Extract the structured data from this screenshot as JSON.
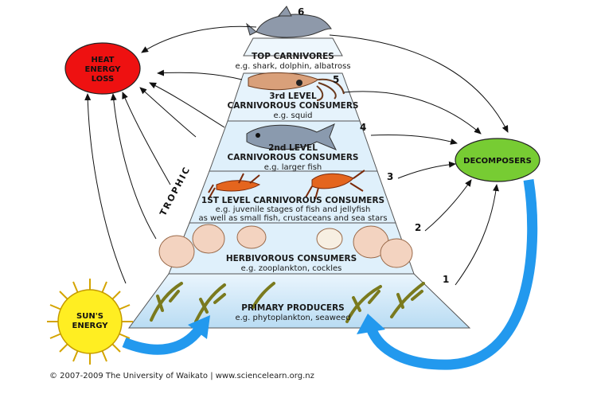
{
  "levels": [
    {
      "number": "6",
      "title": "TOP CARNIVORES",
      "title2": "",
      "example": "e.g. shark, dolphin, albatross"
    },
    {
      "number": "5",
      "title": "3rd LEVEL",
      "title2": "CARNIVOROUS CONSUMERS",
      "example": "e.g. squid"
    },
    {
      "number": "4",
      "title": "2nd LEVEL",
      "title2": "CARNIVOROUS CONSUMERS",
      "example": "e.g. larger fish"
    },
    {
      "number": "3",
      "title": "1ST LEVEL CARNIVOROUS CONSUMERS",
      "title2": "",
      "example": "e.g. juvenile stages of fish and jellyfish",
      "example2": "as well as small fish, crustaceans and sea stars"
    },
    {
      "number": "2",
      "title": "HERBIVOROUS CONSUMERS",
      "title2": "",
      "example": "e.g. zooplankton, cockles"
    },
    {
      "number": "1",
      "title": "PRIMARY PRODUCERS",
      "title2": "",
      "example": "e.g. phytoplankton, seaweed"
    }
  ],
  "nodes": {
    "heat_line1": "HEAT",
    "heat_line2": "ENERGY",
    "heat_line3": "LOSS",
    "decomposers": "DECOMPOSERS",
    "sun_line1": "SUN'S",
    "sun_line2": "ENERGY"
  },
  "side_label": "TROPHIC",
  "footer": "© 2007-2009 The University of Waikato | www.sciencelearn.org.nz",
  "colors": {
    "heat": "#ee1111",
    "decomposers": "#77cc33",
    "sun": "#ffee22",
    "pyramid_fill": "#dceefa",
    "pyramid_stroke": "#555555",
    "blue_arrow": "#2299ee"
  }
}
